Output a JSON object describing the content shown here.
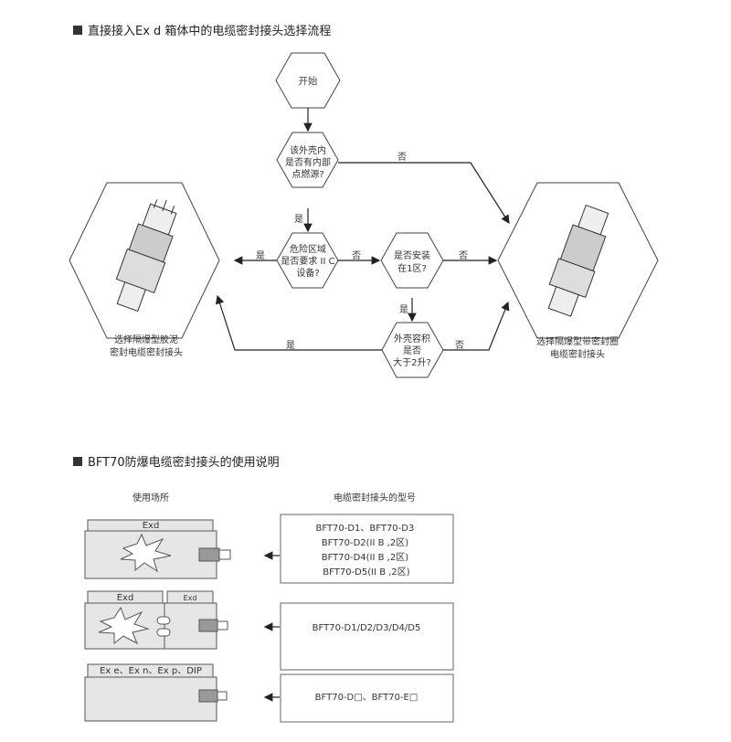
{
  "section1": {
    "title": "直接接入Ex d 箱体中的电缆密封接头选择流程",
    "start": "开始",
    "q1": [
      "该外壳内",
      "是否有内部",
      "点燃源?"
    ],
    "q2": [
      "危险区域",
      "是否要求 II C",
      "设备?"
    ],
    "q3": [
      "是否安装",
      "在1区?"
    ],
    "q4": [
      "外壳容积",
      "是否",
      "大于2升?"
    ],
    "yes": "是",
    "no": "否",
    "left_result": [
      "选择隔爆型胶泥",
      "密封电缆密封接头"
    ],
    "right_result": [
      "选择隔爆型带密封圈",
      "电缆密封接头"
    ]
  },
  "section2": {
    "title": "BFT70防爆电缆密封接头的使用说明",
    "col_place": "使用场所",
    "col_model": "电缆密封接头的型号",
    "rows": [
      {
        "labels": [
          "Exd"
        ],
        "models": [
          "BFT70-D1、BFT70-D3",
          "BFT70-D2(II B ,2区)",
          "BFT70-D4(II B ,2区)",
          "BFT70-D5(II B ,2区)"
        ]
      },
      {
        "labels": [
          "Exd",
          "Exd"
        ],
        "models": [
          "BFT70-D1/D2/D3/D4/D5"
        ]
      },
      {
        "labels": [
          "Ex e、Ex n、Ex p、DIP"
        ],
        "models": [
          "BFT70-D□、BFT70-E□"
        ]
      }
    ]
  }
}
